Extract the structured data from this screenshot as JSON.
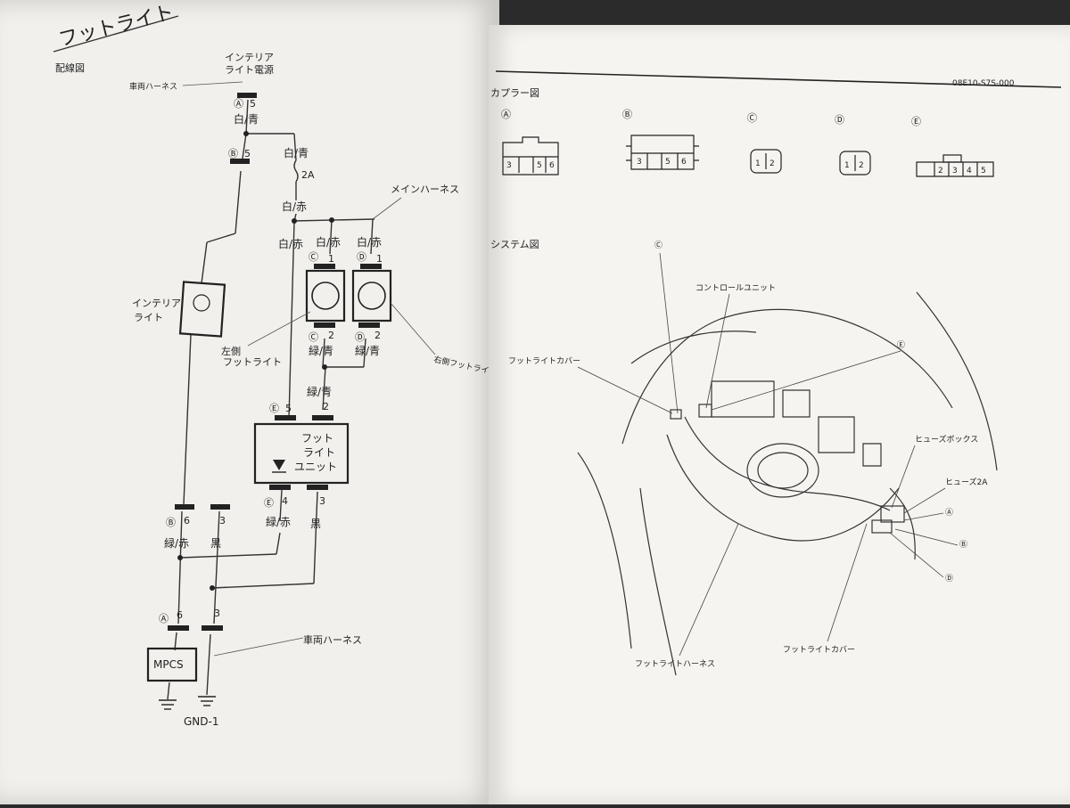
{
  "left": {
    "title": "フットライト",
    "section": "配線図",
    "labels": {
      "source_top": "インテリア",
      "source_bottom": "ライト電源",
      "vehicle_harness_top": "車両ハーネス",
      "main_harness": "メインハーネス",
      "interior_light_a": "インテリア",
      "interior_light_b": "ライト",
      "left_foot_a": "左側",
      "left_foot_b": "フットライト",
      "right_foot": "右側フットライト",
      "unit_a": "フット",
      "unit_b": "ライト",
      "unit_c": "ユニット",
      "vehicle_harness_bottom": "車両ハーネス",
      "mpcs": "MPCS",
      "gnd": "GND-1",
      "fuse": "2A"
    },
    "wires": {
      "w_blue": "白/青",
      "w_red": "白/赤",
      "g_blue": "緑/青",
      "g_red": "緑/赤",
      "black": "黒"
    },
    "pins": {
      "p5": "5",
      "p1": "1",
      "p2": "2",
      "p6": "6",
      "p3": "3",
      "p4": "4"
    },
    "connectors": {
      "A": "Ⓐ",
      "B": "Ⓑ",
      "C": "Ⓒ",
      "D": "Ⓓ",
      "E": "Ⓔ"
    }
  },
  "right": {
    "doc_code": "08E10-S7S-000",
    "coupler_title": "カプラー図",
    "system_title": "システム図",
    "couplers": [
      {
        "id": "Ⓐ",
        "pins": [
          "3",
          "5",
          "6"
        ]
      },
      {
        "id": "Ⓑ",
        "pins": [
          "3",
          "5",
          "6"
        ]
      },
      {
        "id": "Ⓒ",
        "pins": [
          "1",
          "2"
        ]
      },
      {
        "id": "Ⓓ",
        "pins": [
          "1",
          "2"
        ]
      },
      {
        "id": "Ⓔ",
        "pins": [
          "2",
          "3",
          "4",
          "5"
        ]
      }
    ],
    "callouts": {
      "control_unit": "コントロールユニット",
      "footlight_cover_top": "フットライトカバー",
      "fuse_box": "ヒューズボックス",
      "fuse_2a": "ヒューズ2A",
      "footlight_harness": "フットライトハーネス",
      "footlight_cover_bottom": "フットライトカバー"
    },
    "markers": {
      "A": "Ⓐ",
      "B": "Ⓑ",
      "C": "Ⓒ",
      "D": "Ⓓ",
      "E": "Ⓔ"
    }
  }
}
